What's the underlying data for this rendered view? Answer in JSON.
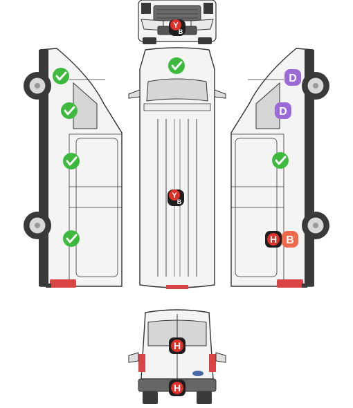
{
  "colors": {
    "check_green": "#3dba3d",
    "dark_badge": "#1e1e1e",
    "red_badge": "#e0302a",
    "salmon_badge": "#ef6a4c",
    "purple_badge": "#9a6ad6",
    "outline": "#333333",
    "panel_fill": "#f4f4f4",
    "glass_fill": "#d6d6d6",
    "tyre_fill": "#3a3a3a",
    "light_red": "#d94444"
  },
  "views": {
    "front": {
      "label": "front-view"
    },
    "top": {
      "label": "top-view"
    },
    "left": {
      "label": "left-side-view"
    },
    "right": {
      "label": "right-side-view"
    },
    "rear": {
      "label": "rear-view"
    }
  },
  "badges": {
    "yb_letter_top": "Y",
    "yb_letter_bottom": "B",
    "h_letter": "H",
    "b_letter": "B",
    "d_letter": "D"
  },
  "icons": {
    "check": "check-icon",
    "yb": "yb-badge-icon",
    "h": "h-badge-icon",
    "b": "b-badge-icon",
    "d": "d-badge-icon"
  }
}
